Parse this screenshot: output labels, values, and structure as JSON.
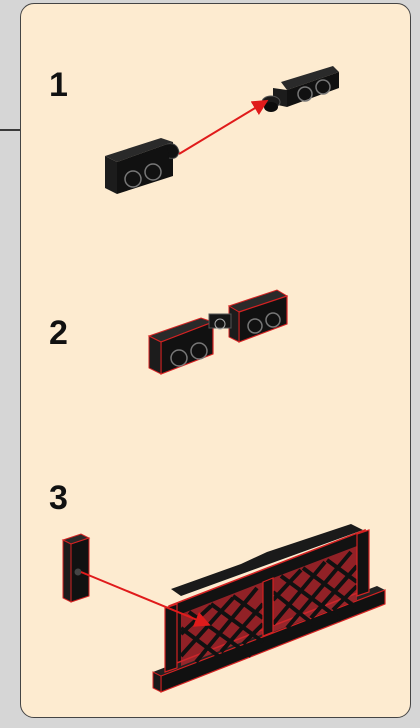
{
  "steps": [
    {
      "number": "1"
    },
    {
      "number": "2"
    },
    {
      "number": "3"
    }
  ],
  "colors": {
    "background": "#d6d6d6",
    "panel": "#fdebd0",
    "part": "#121212",
    "highlight": "#d42222",
    "arrow": "#e01b1b"
  }
}
